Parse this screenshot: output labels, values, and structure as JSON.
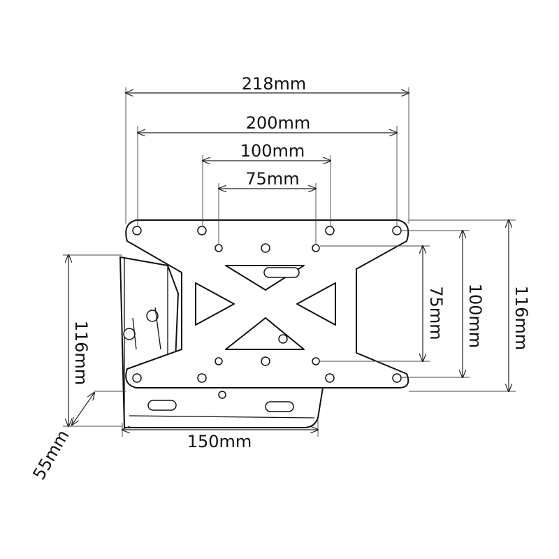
{
  "dimensions": {
    "width_total": "218mm",
    "width_outer_holes": "200mm",
    "width_mid_holes": "100mm",
    "width_inner_holes": "75mm",
    "height_inner_holes": "75mm",
    "height_mid_holes": "100mm",
    "height_total_right": "116mm",
    "height_total_left": "116mm",
    "base_width": "150mm",
    "depth": "55mm"
  }
}
